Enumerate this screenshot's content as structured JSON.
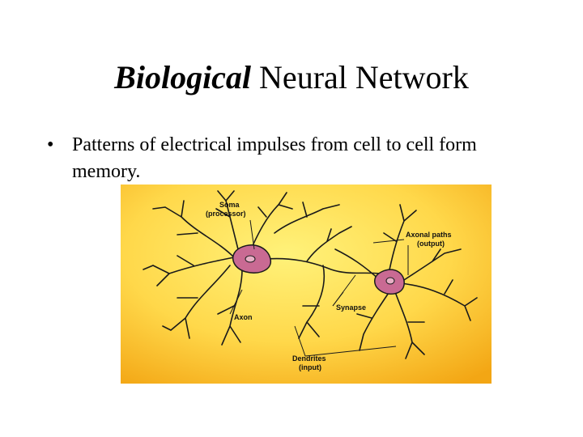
{
  "slide": {
    "title_emphasis": "Biological",
    "title_rest": " Neural Network",
    "bullet_symbol": "•",
    "bullet_text": "Patterns of electrical impulses from cell to cell form memory."
  },
  "figure": {
    "labels": {
      "soma_line1": "Soma",
      "soma_line2": "(processor)",
      "axonal_line1": "Axonal paths",
      "axonal_line2": "(output)",
      "axon": "Axon",
      "synapse": "Synapse",
      "dendrites_line1": "Dendrites",
      "dendrites_line2": "(input)"
    },
    "colors": {
      "bg_light": "#ffec6a",
      "bg_dark": "#f6b118",
      "soma_fill": "#c96a93",
      "ink": "#1a1a1a"
    }
  }
}
